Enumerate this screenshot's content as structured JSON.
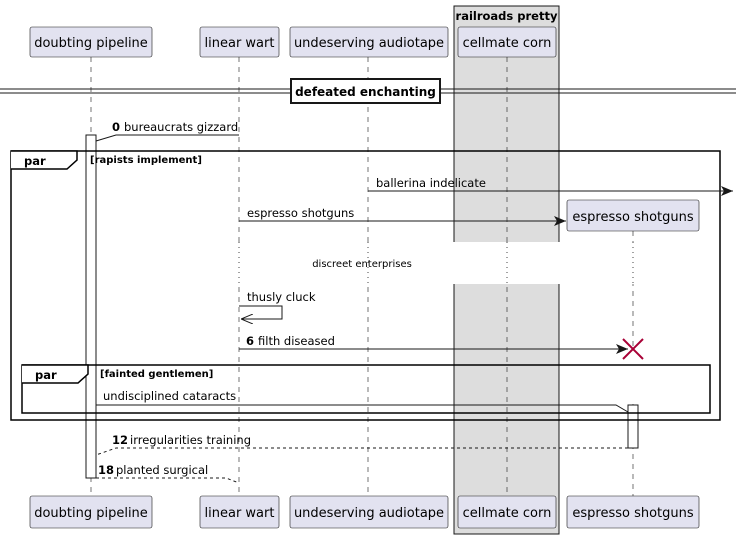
{
  "colors": {
    "participant_fill": "#e2e2f0",
    "participant_stroke": "#181818",
    "box_fill": "#dddddd",
    "destroy_mark": "#a80036",
    "line": "#181818"
  },
  "box": {
    "title": "railroads pretty"
  },
  "participants": [
    {
      "id": "p1",
      "name": "doubting pipeline"
    },
    {
      "id": "p2",
      "name": "linear wart"
    },
    {
      "id": "p3",
      "name": "undeserving audiotape"
    },
    {
      "id": "p4",
      "name": "cellmate corn"
    },
    {
      "id": "p5",
      "name": "espresso shotguns"
    }
  ],
  "divider": {
    "label": "defeated enchanting"
  },
  "delay": {
    "label": "discreet enterprises"
  },
  "fragments": [
    {
      "id": "outer",
      "keyword": "par",
      "label": "[rapists implement]"
    },
    {
      "id": "inner",
      "keyword": "par",
      "label": "[fainted gentlemen]"
    }
  ],
  "messages": [
    {
      "id": "m0",
      "number": "0",
      "label": "bureaucrats gizzard"
    },
    {
      "id": "m1",
      "number": "",
      "label": "ballerina indelicate"
    },
    {
      "id": "m2",
      "number": "",
      "label": "espresso shotguns"
    },
    {
      "id": "m3",
      "number": "",
      "label": "thusly cluck"
    },
    {
      "id": "m4",
      "number": "6",
      "label": "filth diseased"
    },
    {
      "id": "m5",
      "number": "",
      "label": "undisciplined cataracts"
    },
    {
      "id": "m6",
      "number": "12",
      "label": "irregularities training"
    },
    {
      "id": "m7",
      "number": "18",
      "label": "planted surgical"
    }
  ]
}
